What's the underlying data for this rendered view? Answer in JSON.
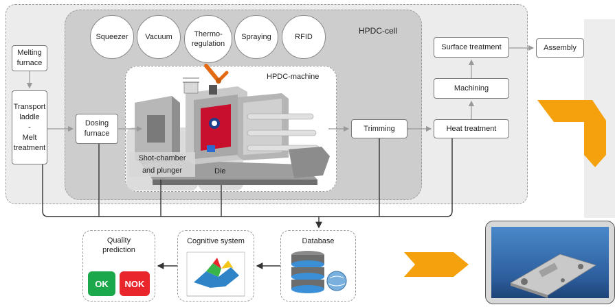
{
  "labels": {
    "hpdc_cell": "HPDC-cell",
    "hpdc_machine": "HPDC-machine",
    "melting_furnace": "Melting\nfurnace",
    "transport_ladle": "Transport\nladdle\n-\nMelt\ntreatment",
    "dosing_furnace": "Dosing\nfurnace",
    "shot_chamber": "Shot-chamber\nand plunger",
    "die": "Die",
    "trimming": "Trimming",
    "heat_treatment": "Heat treatment",
    "machining": "Machining",
    "surface_treatment": "Surface treatment",
    "assembly": "Assembly",
    "quality_prediction": "Quality\nprediction",
    "cognitive_system": "Cognitive system",
    "database": "Database",
    "ok": "OK",
    "nok": "NOK"
  },
  "sensors": [
    "Squeezer",
    "Vacuum",
    "Thermo-\nregulation",
    "Spraying",
    "RFID"
  ],
  "colors": {
    "cell_fill": "#e3e3e3",
    "inner_fill": "#cfcfcf",
    "ok": "#1aa84a",
    "nok": "#e8262c",
    "orange": "#f5a10e",
    "panel": "#ededed",
    "part_bg": "#2f6fb4"
  }
}
